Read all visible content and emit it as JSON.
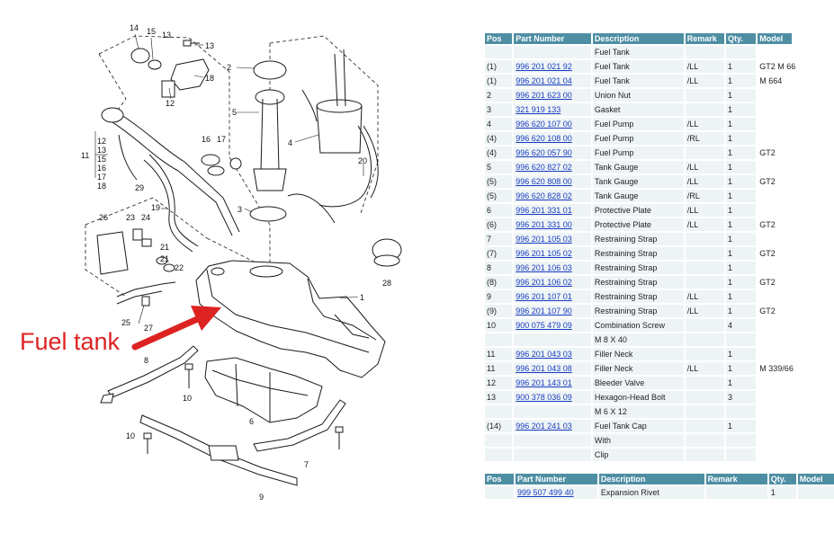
{
  "annotation": {
    "label": "Fuel tank",
    "color": "#dd2222"
  },
  "diagram": {
    "callouts": [
      "14",
      "15",
      "13",
      "13",
      "18",
      "12",
      "2",
      "5",
      "1",
      "4",
      "20",
      "3",
      "12",
      "13",
      "15",
      "16",
      "17",
      "18",
      "11",
      "29",
      "16",
      "17",
      "19",
      "26",
      "23",
      "24",
      "21",
      "21",
      "22",
      "25",
      "27",
      "28",
      "8",
      "10",
      "6",
      "10",
      "7",
      "9"
    ]
  },
  "parts_table": {
    "headers": [
      "Pos",
      "Part Number",
      "Description",
      "Remark",
      "Qty.",
      "Model"
    ],
    "rows": [
      {
        "pos": "",
        "part": "",
        "desc": "Fuel Tank",
        "remark": "",
        "qty": "",
        "model": ""
      },
      {
        "pos": "(1)",
        "part": "996 201 021 92",
        "desc": "Fuel Tank",
        "remark": "/LL",
        "qty": "1",
        "model": "GT2 M 66"
      },
      {
        "pos": "(1)",
        "part": "996 201 021 04",
        "desc": "Fuel Tank",
        "remark": "/LL",
        "qty": "1",
        "model": "M 664"
      },
      {
        "pos": "2",
        "part": "996 201 623 00",
        "desc": "Union Nut",
        "remark": "",
        "qty": "1",
        "model": ""
      },
      {
        "pos": "3",
        "part": "321 919 133",
        "desc": "Gasket",
        "remark": "",
        "qty": "1",
        "model": ""
      },
      {
        "pos": "4",
        "part": "996 620 107 00",
        "desc": "Fuel Pump",
        "remark": "/LL",
        "qty": "1",
        "model": ""
      },
      {
        "pos": "(4)",
        "part": "996 620 108 00",
        "desc": "Fuel Pump",
        "remark": "/RL",
        "qty": "1",
        "model": ""
      },
      {
        "pos": "(4)",
        "part": "996 620 057 90",
        "desc": "Fuel Pump",
        "remark": "",
        "qty": "1",
        "model": "GT2"
      },
      {
        "pos": "5",
        "part": "996 620 827 02",
        "desc": "Tank Gauge",
        "remark": "/LL",
        "qty": "1",
        "model": ""
      },
      {
        "pos": "(5)",
        "part": "996 620 808 00",
        "desc": "Tank Gauge",
        "remark": "/LL",
        "qty": "1",
        "model": "GT2"
      },
      {
        "pos": "(5)",
        "part": "996 620 828 02",
        "desc": "Tank Gauge",
        "remark": "/RL",
        "qty": "1",
        "model": ""
      },
      {
        "pos": "6",
        "part": "996 201 331 01",
        "desc": "Protective Plate",
        "remark": "/LL",
        "qty": "1",
        "model": ""
      },
      {
        "pos": "(6)",
        "part": "996 201 331 00",
        "desc": "Protective Plate",
        "remark": "/LL",
        "qty": "1",
        "model": "GT2"
      },
      {
        "pos": "7",
        "part": "996 201 105 03",
        "desc": "Restraining Strap",
        "remark": "",
        "qty": "1",
        "model": ""
      },
      {
        "pos": "(7)",
        "part": "996 201 105 02",
        "desc": "Restraining Strap",
        "remark": "",
        "qty": "1",
        "model": "GT2"
      },
      {
        "pos": "8",
        "part": "996 201 106 03",
        "desc": "Restraining Strap",
        "remark": "",
        "qty": "1",
        "model": ""
      },
      {
        "pos": "(8)",
        "part": "996 201 106 02",
        "desc": "Restraining Strap",
        "remark": "",
        "qty": "1",
        "model": "GT2"
      },
      {
        "pos": "9",
        "part": "996 201 107 01",
        "desc": "Restraining Strap",
        "remark": "/LL",
        "qty": "1",
        "model": ""
      },
      {
        "pos": "(9)",
        "part": "996 201 107 90",
        "desc": "Restraining Strap",
        "remark": "/LL",
        "qty": "1",
        "model": "GT2"
      },
      {
        "pos": "10",
        "part": "900 075 479 09",
        "desc": "Combination Screw",
        "remark": "",
        "qty": "4",
        "model": ""
      },
      {
        "pos": "",
        "part": "",
        "desc": "M 8 X 40",
        "remark": "",
        "qty": "",
        "model": ""
      },
      {
        "pos": "11",
        "part": "996 201 043 03",
        "desc": "Filler Neck",
        "remark": "",
        "qty": "1",
        "model": ""
      },
      {
        "pos": "11",
        "part": "996 201 043 08",
        "desc": "Filler Neck",
        "remark": "/LL",
        "qty": "1",
        "model": "M 339/66"
      },
      {
        "pos": "12",
        "part": "996 201 143 01",
        "desc": "Bleeder Valve",
        "remark": "",
        "qty": "1",
        "model": ""
      },
      {
        "pos": "13",
        "part": "900 378 036 09",
        "desc": "Hexagon-Head Bolt",
        "remark": "",
        "qty": "3",
        "model": ""
      },
      {
        "pos": "",
        "part": "",
        "desc": "M 6 X 12",
        "remark": "",
        "qty": "",
        "model": ""
      },
      {
        "pos": "(14)",
        "part": "996 201 241 03",
        "desc": "Fuel Tank Cap",
        "remark": "",
        "qty": "1",
        "model": ""
      },
      {
        "pos": "",
        "part": "",
        "desc": "With",
        "remark": "",
        "qty": "",
        "model": ""
      },
      {
        "pos": "",
        "part": "",
        "desc": "Clip",
        "remark": "",
        "qty": "",
        "model": ""
      }
    ]
  },
  "rivet_table": {
    "headers": [
      "Pos",
      "Part Number",
      "Description",
      "Remark",
      "Qty.",
      "Model"
    ],
    "rows": [
      {
        "pos": "",
        "part": "999 507 499 40",
        "desc": "Expansion Rivet",
        "remark": "",
        "qty": "1",
        "model": ""
      }
    ]
  }
}
